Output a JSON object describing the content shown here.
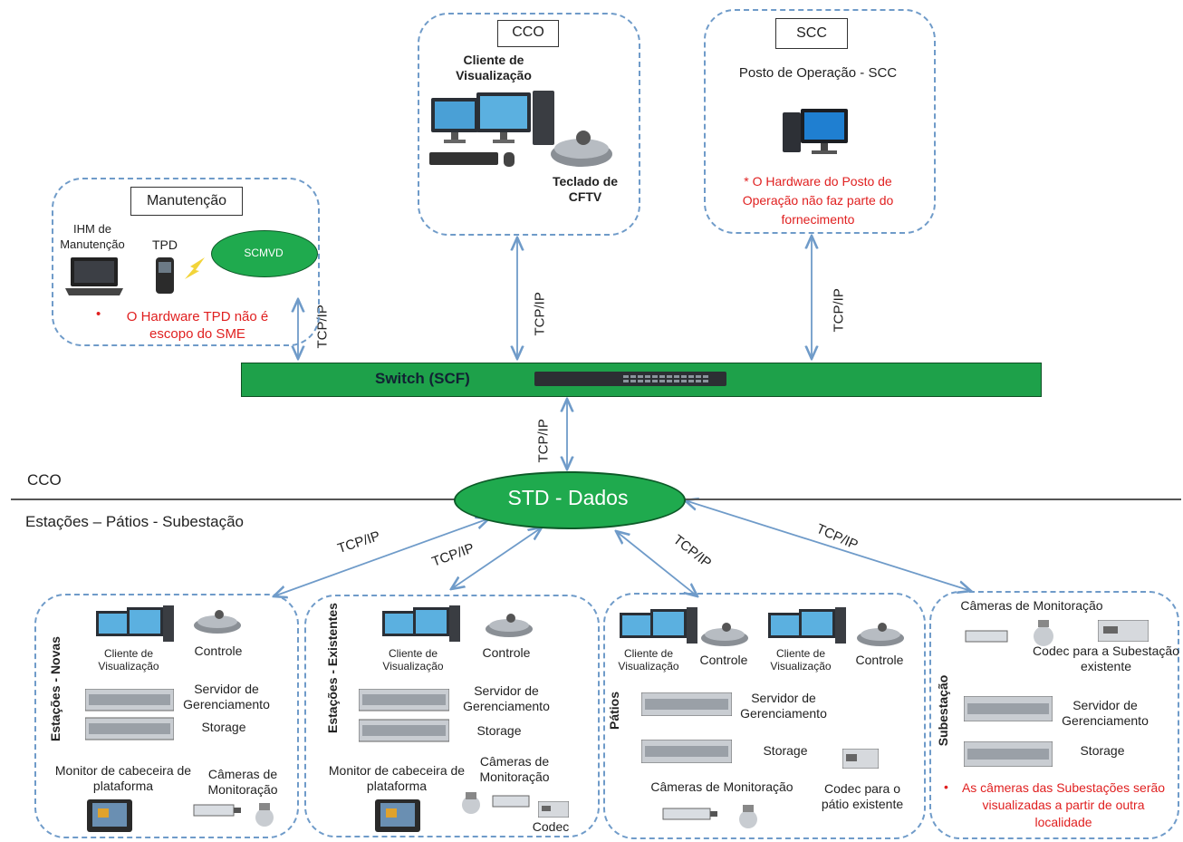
{
  "colors": {
    "switch_green": "#1ea14a",
    "ellipse_green": "#1faa4e",
    "dash_blue": "#6f9bc9",
    "arrow_blue": "#6f9bc9",
    "note_red": "#e02020"
  },
  "top": {
    "cco": {
      "tag": "CCO",
      "client": "Cliente de Visualização",
      "keyboard": "Teclado de CFTV"
    },
    "scc": {
      "tag": "SCC",
      "post": "Posto de Operação -  SCC",
      "note": "* O Hardware do Posto de Operação não faz parte do fornecimento"
    },
    "maint": {
      "tag": "Manutenção",
      "ihm": "IHM de Manutenção",
      "tpd": "TPD",
      "scmvd": "SCMVD",
      "note": "O Hardware TPD não é escopo do SME"
    }
  },
  "switch": {
    "label": "Switch  (SCF)"
  },
  "std": {
    "label": "STD - Dados"
  },
  "links": {
    "tcp": "TCP/IP"
  },
  "divider": {
    "upper": "CCO",
    "lower": "Estações – Pátios - Subestação"
  },
  "bottom": {
    "novas": {
      "title": "Estações - Novas",
      "client": "Cliente de Visualização",
      "control": "Controle",
      "server": "Servidor de Gerenciamento",
      "storage": "Storage",
      "monitor": "Monitor de cabeceira de plataforma",
      "cameras": "Câmeras de Monitoração"
    },
    "existentes": {
      "title": "Estações - Existentes",
      "client": "Cliente de Visualização",
      "control": "Controle",
      "server": "Servidor de Gerenciamento",
      "storage": "Storage",
      "monitor": "Monitor de cabeceira de plataforma",
      "cameras": "Câmeras de Monitoração",
      "codec": "Codec"
    },
    "patios": {
      "title": "Pátios",
      "client1": "Cliente de Visualização",
      "control1": "Controle",
      "client2": "Cliente de Visualização",
      "control2": "Controle",
      "server": "Servidor de Gerenciamento",
      "storage": "Storage",
      "cameras": "Câmeras de Monitoração",
      "codec": "Codec para o pátio existente"
    },
    "sub": {
      "title": "Subestação",
      "cameras": "Câmeras de Monitoração",
      "codec": "Codec para a Subestação existente",
      "server": "Servidor de Gerenciamento",
      "storage": "Storage",
      "note": "As câmeras das Subestações serão visualizadas a partir de outra localidade"
    }
  }
}
